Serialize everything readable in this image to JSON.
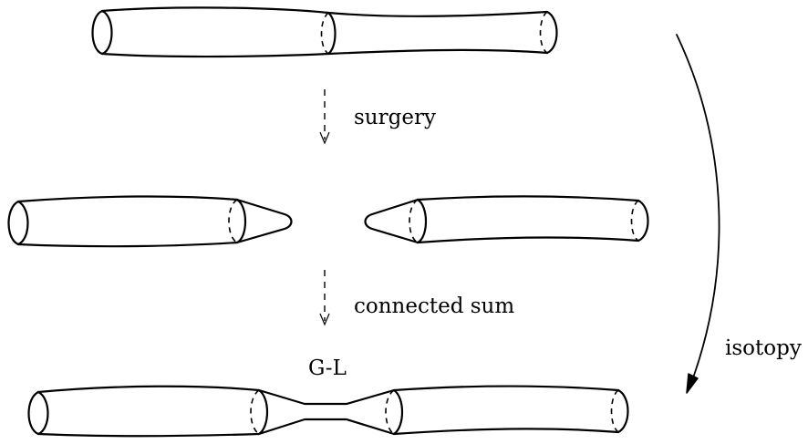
{
  "labels": {
    "surgery": "surgery",
    "connected_sum": "connected sum",
    "gl": "G-L",
    "isotopy": "isotopy"
  }
}
